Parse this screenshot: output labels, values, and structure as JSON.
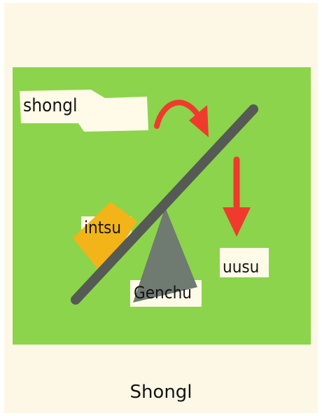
{
  "diagram": {
    "labels": {
      "effort": "shongl",
      "load": "intsu",
      "motion": "uusu",
      "fulcrum": "Genchu"
    },
    "caption": "Shongl"
  },
  "colors": {
    "panel": "#8cd44b",
    "background": "#fdf8e6",
    "lever": "#555a55",
    "fulcrum": "#6f7a71",
    "load": "#f2b418",
    "arrow": "#ef3b2d",
    "label_bg": "#fffbe8"
  },
  "icons": [
    "curved-arrow-icon",
    "down-arrow-icon"
  ]
}
